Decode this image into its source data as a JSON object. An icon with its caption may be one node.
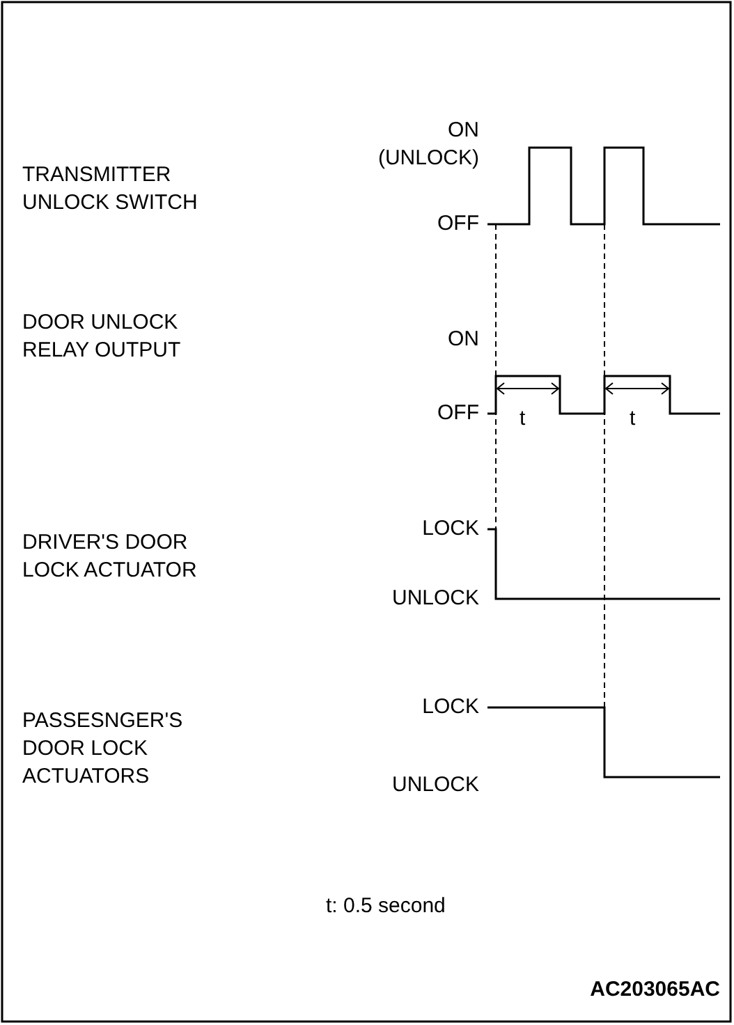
{
  "diagram": {
    "labels": [
      "ON (UNLOCK)",
      "TRANSMITTER UNLOCK SWITCH",
      "OFF",
      "ON",
      "DOOR UNLOCK RELAY OUTPUT",
      "OFF",
      "t",
      "t",
      "DRIVER'S DOOR LOCK ACTUATOR",
      "LOCK",
      "UNLOCK",
      "PASSESNGER'S DOOR LOCK ACTUATORS",
      "LOCK",
      "UNLOCK",
      "t: 0.5 second",
      "AC203065AC"
    ]
  }
}
